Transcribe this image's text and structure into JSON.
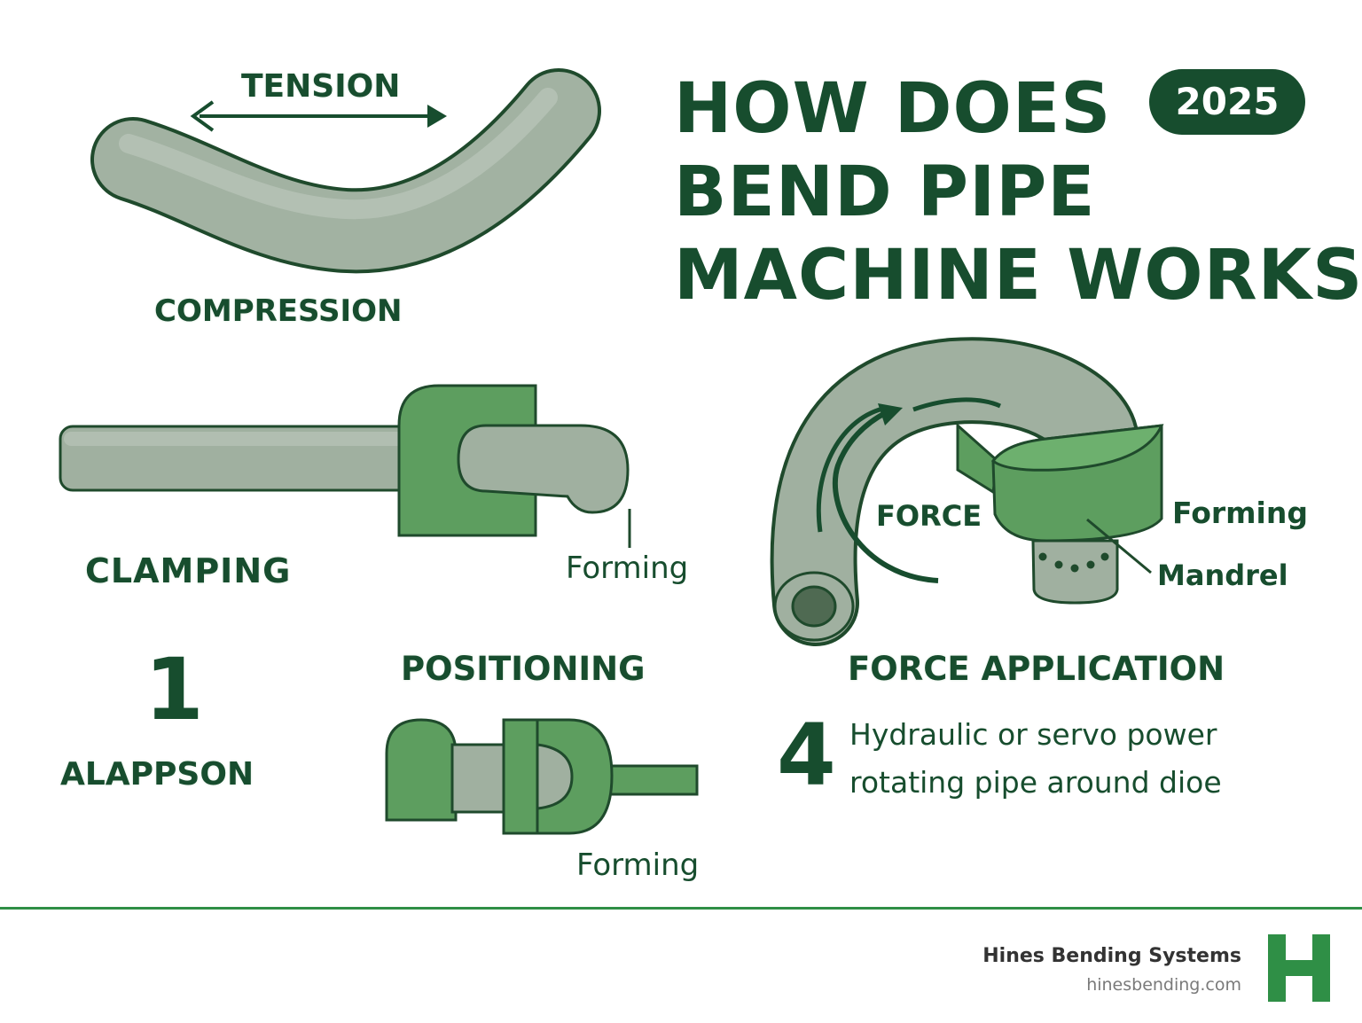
{
  "title": {
    "line1": "HOW DOES",
    "line2": "BEND PIPE",
    "line3": "MACHINE WORKS",
    "year": "2025"
  },
  "labels": {
    "tension": "TENSION",
    "compression": "COMPRESSION",
    "clamping": "CLAMPING",
    "forming_clamp": "Forming",
    "force": "FORCE",
    "forming_die": "Forming",
    "mandrel": "Mandrel",
    "step1_number": "1",
    "step1_label": "ALAPPSON",
    "positioning": "POSITIONING",
    "forming_position": "Forming",
    "force_application": "FORCE APPLICATION",
    "step4_number": "4",
    "step4_desc_line1": "Hydraulic or servo power",
    "step4_desc_line2": "rotating pipe around dioe"
  },
  "footer": {
    "company": "Hines Bending Systems",
    "site": "hinesbending.com",
    "logo_letter": "H"
  },
  "colors": {
    "dark_green": "#174d2e",
    "mid_green": "#5d9e5f",
    "pipe_gray": "#9aab9a",
    "accent_green": "#2f8f46"
  }
}
